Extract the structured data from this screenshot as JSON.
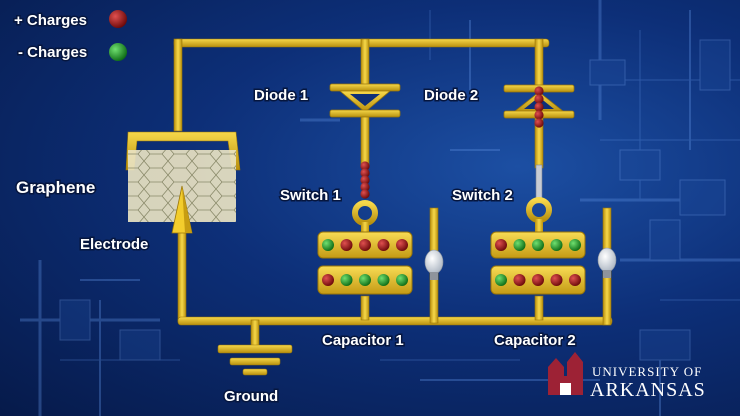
{
  "legend": {
    "positive_label": "+ Charges",
    "negative_label": "- Charges"
  },
  "labels": {
    "diode1": "Diode 1",
    "diode2": "Diode 2",
    "switch1": "Switch 1",
    "switch2": "Switch 2",
    "graphene": "Graphene",
    "electrode": "Electrode",
    "capacitor1": "Capacitor 1",
    "capacitor2": "Capacitor 2",
    "ground": "Ground"
  },
  "logo": {
    "line1": "UNIVERSITY OF",
    "line2": "ARKANSAS"
  },
  "colors": {
    "wire": "#e8c224",
    "positive": "#a11212",
    "negative": "#1fae2a",
    "background": "#0d2f78",
    "logo_red": "#9d2235"
  },
  "capacitors": {
    "capacitor1": {
      "top_plate": [
        "negative",
        "positive",
        "positive",
        "positive",
        "positive"
      ],
      "bottom_plate": [
        "positive",
        "negative",
        "negative",
        "negative",
        "negative"
      ]
    },
    "capacitor2": {
      "top_plate": [
        "positive",
        "negative",
        "negative",
        "negative",
        "negative"
      ],
      "bottom_plate": [
        "negative",
        "positive",
        "positive",
        "positive",
        "positive"
      ]
    }
  }
}
